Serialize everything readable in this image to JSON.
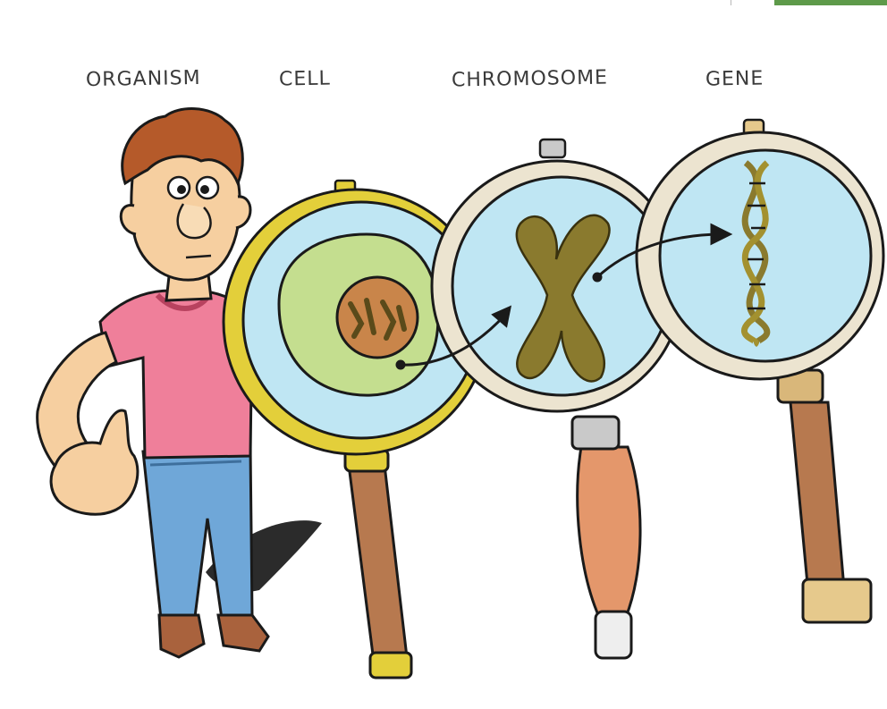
{
  "labels": {
    "organism": "ORGANISM",
    "cell": "CELL",
    "chromosome": "CHROMOSOME",
    "gene": "GENE"
  },
  "colors": {
    "lens_fill": "#bfe6f3",
    "lens_rim_light": "#ece4d0",
    "cell_rim": "#e3cf3a",
    "cytoplasm": "#c4de8f",
    "nucleus": "#c9854a",
    "chromosome": "#8a7a2e",
    "handle_wood": "#b7794f",
    "shirt": "#ef7f9a",
    "jeans": "#6fa7d8",
    "skin": "#f6cfa0",
    "hair": "#b55a2a",
    "accent_tab": "#5e9a4a"
  },
  "icons": [
    "person-figure",
    "magnifying-glass",
    "cell-icon",
    "nucleus-icon",
    "chromosome-icon",
    "dna-helix-icon",
    "arrow-icon"
  ]
}
